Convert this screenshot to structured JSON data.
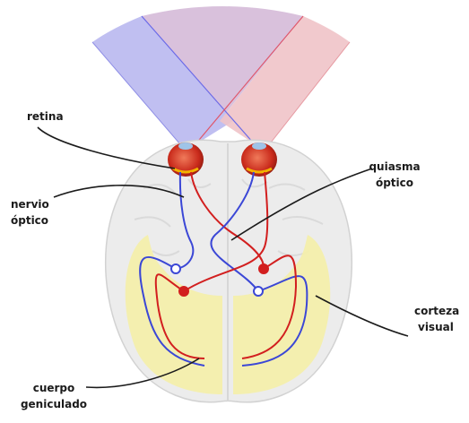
{
  "labels": {
    "retina": "retina",
    "nervio_line1": "nervio",
    "nervio_line2": "óptico",
    "quiasma_line1": "quiasma",
    "quiasma_line2": "óptico",
    "corteza_line1": "corteza",
    "corteza_line2": "visual",
    "cuerpo_line1": "cuerpo",
    "cuerpo_line2": "geniculado"
  },
  "colors": {
    "left_field": "#b9b8ef",
    "right_field": "#efc3c8",
    "overlap_field": "#d9c1dc",
    "blue_pathway": "#3b47d6",
    "red_pathway": "#d21f1f",
    "brain": "#ececec",
    "visual_cortex": "#f5f0a8",
    "eye": "#cf3424"
  }
}
